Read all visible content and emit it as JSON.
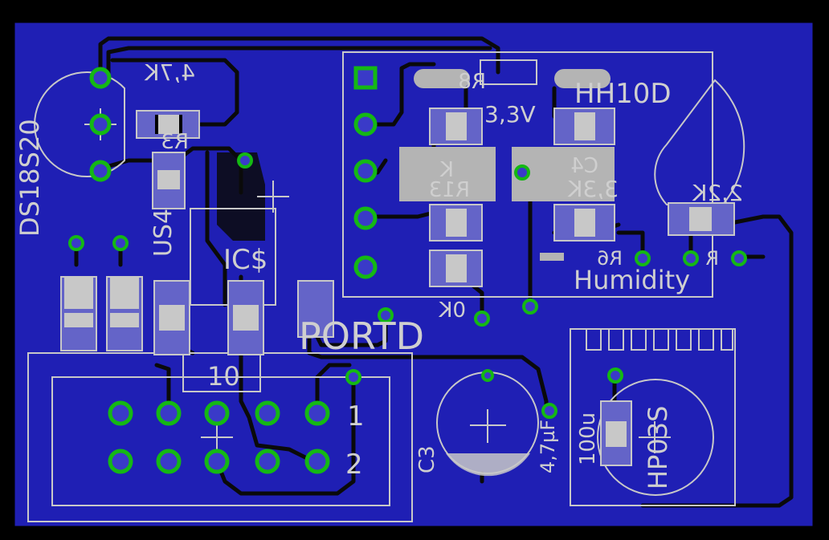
{
  "colors": {
    "background": "#000000",
    "board": "#1f1fb4",
    "trace": "#0a0a0a",
    "silk": "#c8c8c8",
    "pad_ring": "#14b814",
    "pad_copper": "#3a3ac8",
    "smd_pad": "#c0c0c0"
  },
  "labels": {
    "ds18s20": "DS18S20",
    "us4": "US4",
    "ic": "IC$",
    "portd": "PORTD",
    "ten": "10",
    "hh10d": "HH10D",
    "humidity": "Humidity",
    "v33": "3,3V",
    "r_4k7": "4,7K",
    "r_2k2": "2,2K",
    "r_3k3": "3,3K",
    "c_100u": "100u",
    "c_4u7": "4,7µF",
    "c3": "C3",
    "hp03s": "HP03S",
    "pin1": "1",
    "pin2": "2",
    "r8": "R8",
    "r13": "R13",
    "c4": "C4",
    "r3": "R3",
    "ok": "0K",
    "r6": "R6",
    "r_tag": "R",
    "k_tag": "K"
  }
}
